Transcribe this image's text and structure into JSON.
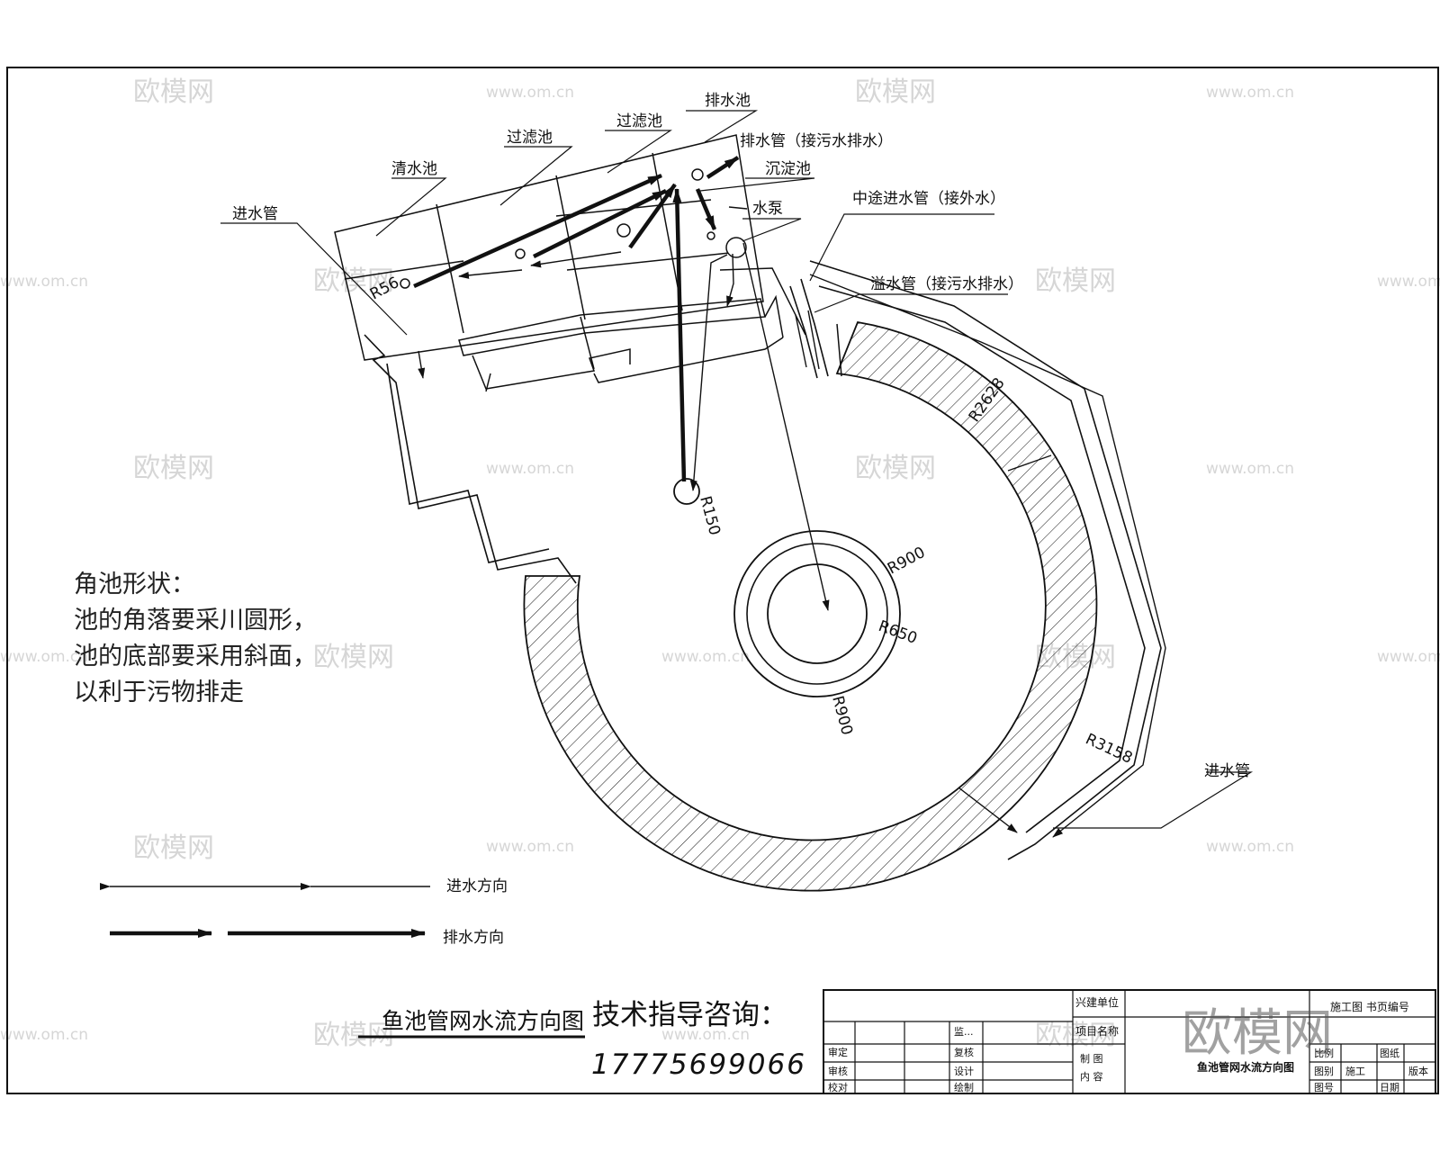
{
  "watermark": {
    "brand": "欧模网",
    "site": "www.om.cn",
    "big_logo": "欧模网"
  },
  "labels": {
    "paishui_chi": "排水池",
    "guolv_chi_1": "过滤池",
    "guolv_chi_2": "过滤池",
    "qingshui_chi": "清水池",
    "jinshui_guan_top": "进水管",
    "paishui_guan": "排水管（接污水排水）",
    "chendian_chi": "沉淀池",
    "shuibeng": "水泵",
    "zhongtu_jinshui": "中途进水管（接外水）",
    "yishui_guan": "溢水管（接污水排水）",
    "jinshui_guan_right": "进水管",
    "r56": "R56",
    "r150": "R150",
    "r900_a": "R900",
    "r650": "R650",
    "r900_b": "R900",
    "r2628": "R2628",
    "r3158": "R3158"
  },
  "note": {
    "line1": "角池形状：",
    "line2": "池的角落要采川圆形，",
    "line3": "池的底部要采用斜面，",
    "line4": "以利于污物排走"
  },
  "legend": {
    "inflow": "进水方向",
    "outflow": "排水方向"
  },
  "footer": {
    "title": "鱼池管网水流方向图",
    "consult": "技术指导咨询：",
    "phone": "17775699066"
  },
  "title_block": {
    "build_unit": "兴建单位",
    "project_name": "项目名称",
    "drawing_no": "施工图 书页编号",
    "drawing_name": "鱼池管网水流方向图",
    "r1": "审定",
    "r2": "审核",
    "r3": "校对",
    "c1": "监...",
    "c2": "复核",
    "c3": "设计",
    "c4": "绘制",
    "c5": "制 图",
    "c6": "内 容",
    "g1": "比例",
    "g2": "图别",
    "g3": "图号",
    "g4": "图纸",
    "g5": "日期",
    "g6": "版本",
    "g7": "施工"
  }
}
